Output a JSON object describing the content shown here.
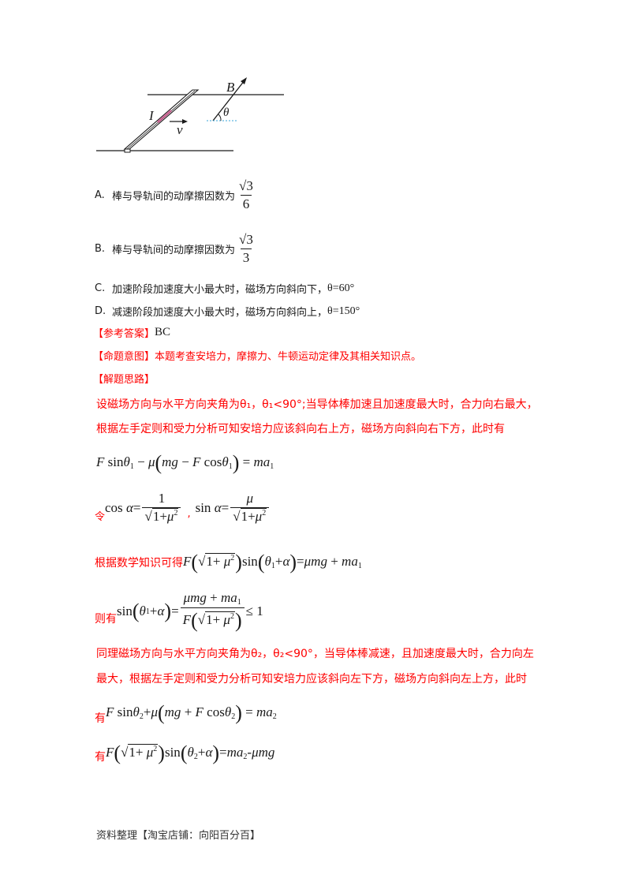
{
  "diagram": {
    "labels": {
      "current": "I",
      "velocity": "v",
      "field": "B",
      "angle": "θ"
    },
    "colors": {
      "line": "#1a1a1a",
      "current_highlight": "#d0508a",
      "angle_baseline": "#3aa6d8"
    }
  },
  "options": [
    {
      "letter": "A.",
      "text": "棒与导轨间的动摩擦因数为",
      "frac_num": "√3",
      "frac_den": "6"
    },
    {
      "letter": "B.",
      "text": "棒与导轨间的动摩擦因数为",
      "frac_num": "√3",
      "frac_den": "3"
    },
    {
      "letter": "C.",
      "text": "加速阶段加速度大小最大时，磁场方向斜向下，",
      "tail": "θ=60°"
    },
    {
      "letter": "D.",
      "text": "减速阶段加速度大小最大时，磁场方向斜向上，",
      "tail": "θ=150°"
    }
  ],
  "answer": {
    "label": "【参考答案】",
    "value": "BC"
  },
  "intent": {
    "label": "【命题意图】",
    "text": "本题考查安培力，摩擦力、牛顿运动定律及其相关知识点。"
  },
  "analysis": {
    "label": "【解题思路】",
    "para1_line1": "设磁场方向与水平方向夹角为θ₁，θ₁<90°;当导体棒加速且加速度最大时，合力向右最大，",
    "para1_line2": "根据左手定则和受力分析可知安培力应该斜向右上方，磁场方向斜向右下方，此时有",
    "eq1": "F sinθ₁ − μ(mg − F cosθ₁) = ma₁",
    "let_prefix": "令",
    "eq_cos": "cosα = 1/√(1+μ²)",
    "eq_sin": "sinα = μ/√(1+μ²)",
    "math_prefix": "根据数学知识可得",
    "eq2": "F(√(1+μ²))sin(θ₁+α) = μmg + ma₁",
    "then_prefix": "则有",
    "eq3": "sin(θ₁+α) = (μmg + ma₁)/(F(√(1+μ²))) ≤ 1",
    "para2_line1": "同理磁场方向与水平方向夹角为θ₂，θ₂<90°，当导体棒减速，且加速度最大时，合力向左",
    "para2_line2": "最大，根据左手定则和受力分析可知安培力应该斜向左下方，磁场方向斜向左上方，此时",
    "have_prefix": "有",
    "eq4": "F sinθ₂ + μ(mg + F cosθ₂) = ma₂",
    "have_prefix2": "有",
    "eq5": "F(√(1+μ²))sin(θ₂+α) = ma₂ − μmg"
  },
  "footer": {
    "text": "资料整理【淘宝店铺：向阳百分百】"
  }
}
